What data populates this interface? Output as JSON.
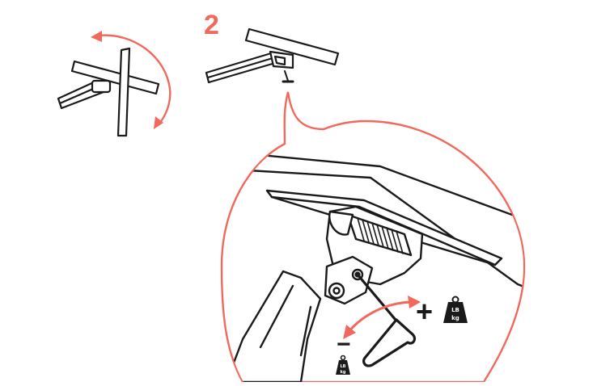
{
  "step": {
    "number": "2"
  },
  "adjustment": {
    "increase_symbol": "+",
    "decrease_symbol": "−",
    "weight_units_top": "LB",
    "weight_units_bottom": "kg"
  },
  "icons": [
    "rotate-arrow-icon",
    "allen-key-icon",
    "weight-icon",
    "curved-double-arrow-icon"
  ],
  "colors": {
    "accent": "#f0695c",
    "line": "#1a1a1a",
    "background": "#ffffff"
  }
}
